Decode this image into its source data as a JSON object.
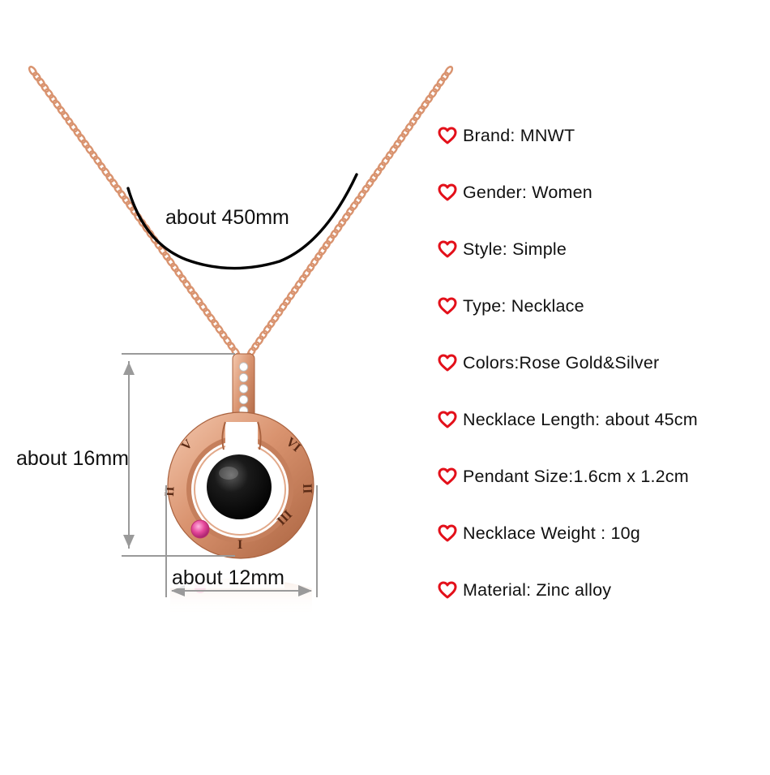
{
  "dimensions": {
    "chain_length": "about 450mm",
    "pendant_height": "about 16mm",
    "pendant_width": "about 12mm"
  },
  "pendant": {
    "numerals": [
      "V",
      "VI",
      "II",
      "III",
      "I"
    ]
  },
  "specs": [
    {
      "text": "Brand: MNWT",
      "icon": "heart-outline-icon"
    },
    {
      "text": "Gender: Women",
      "icon": "heart-outline-icon"
    },
    {
      "text": "Style: Simple",
      "icon": "heart-outline-icon"
    },
    {
      "text": "Type: Necklace",
      "icon": "heart-outline-icon"
    },
    {
      "text": "Colors:Rose Gold&Silver",
      "icon": "heart-outline-icon"
    },
    {
      "text": "Necklace Length: about 45cm",
      "icon": "heart-outline-icon"
    },
    {
      "text": "Pendant Size:1.6cm x 1.2cm",
      "icon": "heart-outline-icon"
    },
    {
      "text": "Necklace Weight : 10g",
      "icon": "heart-outline-icon"
    },
    {
      "text": "Material: Zinc alloy",
      "icon": "heart-outline-icon"
    }
  ],
  "colors": {
    "rose_gold": "#d9936f",
    "rose_gold_dark": "#b46e4f",
    "heart_red": "#e3101a",
    "dimension_line": "#9a9a9a",
    "stone_pink": "#e5479a"
  }
}
